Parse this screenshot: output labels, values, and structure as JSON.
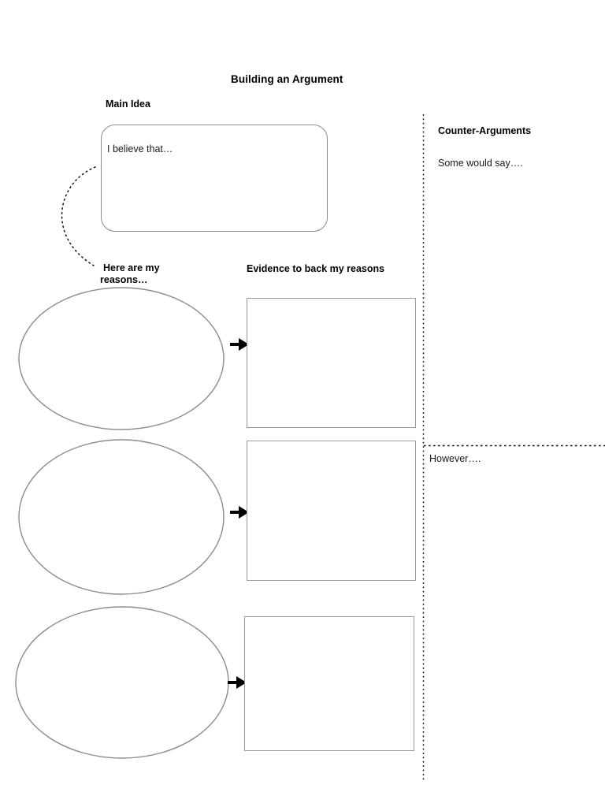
{
  "document": {
    "title": "Building an Argument"
  },
  "main_idea": {
    "label": "Main Idea",
    "prompt": "I believe that…"
  },
  "columns": {
    "reasons_label_line1": "Here are my",
    "reasons_label_line2": "reasons…",
    "evidence_label": "Evidence to back my reasons"
  },
  "counter": {
    "heading": "Counter-Arguments",
    "prompt_1": "Some would say….",
    "prompt_2": "However…."
  },
  "reason_rows": [
    {
      "reason_placeholder": "",
      "evidence_placeholder": ""
    },
    {
      "reason_placeholder": "",
      "evidence_placeholder": ""
    },
    {
      "reason_placeholder": "",
      "evidence_placeholder": ""
    }
  ],
  "colors": {
    "page_background": "#ffffff",
    "text": "#000000",
    "shape_outline": "#8b8b8b",
    "box_outline": "#9a9a9a",
    "arrow": "#000000",
    "dotted_line": "#000000"
  },
  "icons": {
    "arrow": "arrow-right-icon",
    "curved_connector": "curved-dotted-arrow-icon"
  }
}
